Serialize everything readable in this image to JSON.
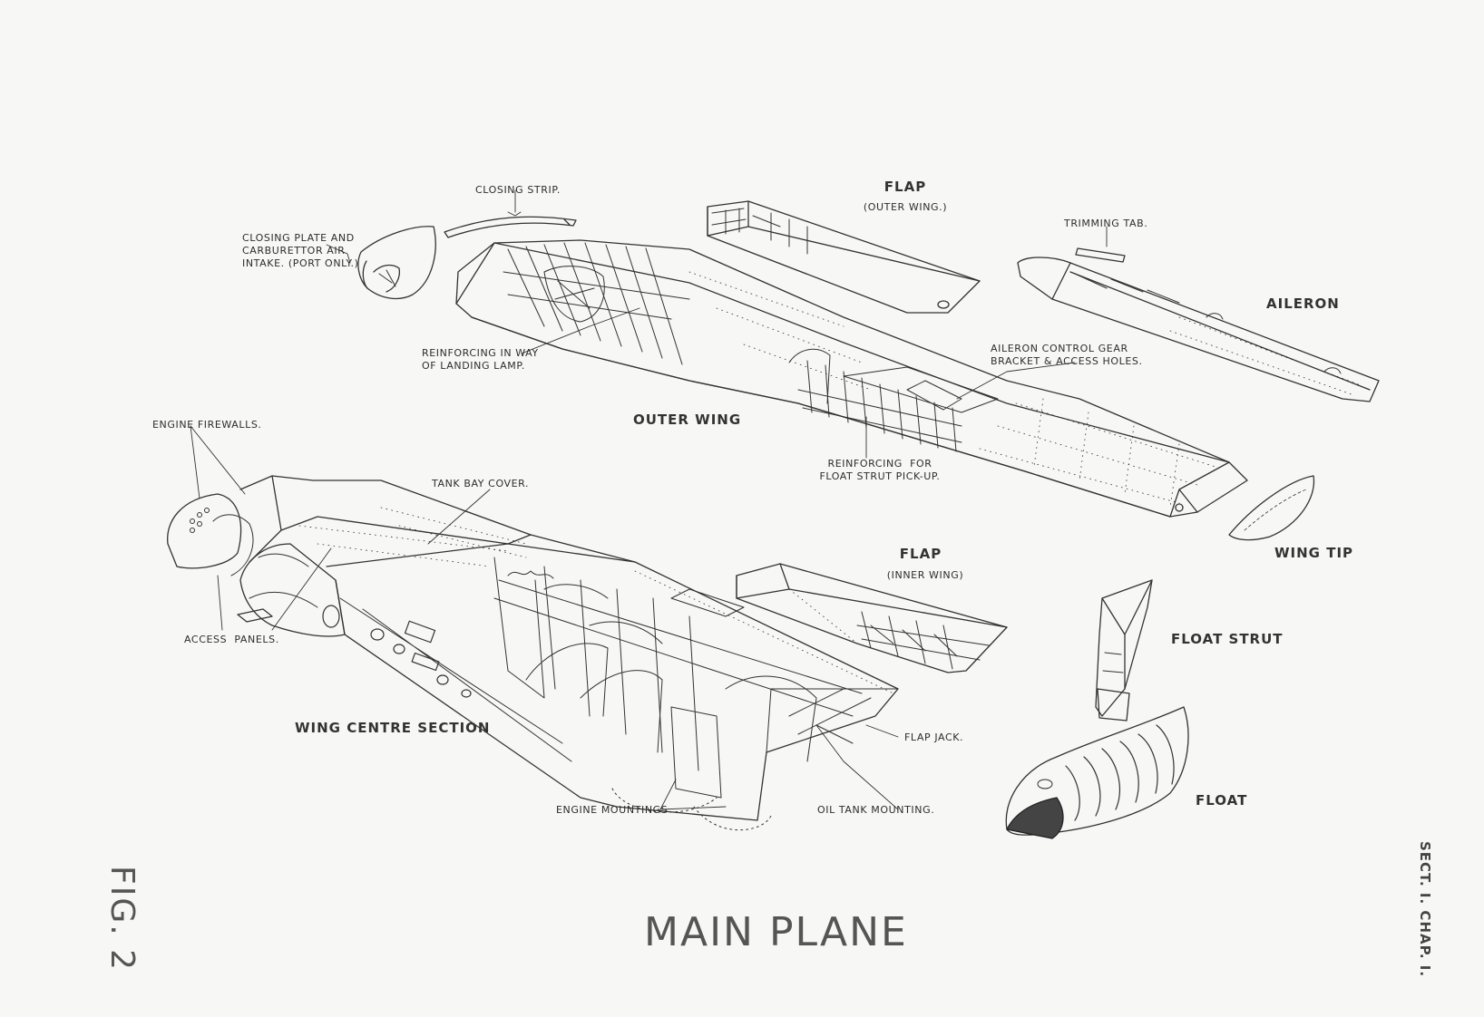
{
  "title": "MAIN PLANE",
  "figure": "FIG. 2",
  "section": "SECT. I.   CHAP. I.",
  "components": {
    "flap_outer": {
      "name": "FLAP",
      "sub": "(OUTER WING.)"
    },
    "flap_inner": {
      "name": "FLAP",
      "sub": "(INNER WING)"
    },
    "aileron": "AILERON",
    "outer_wing": "OUTER WING",
    "wing_tip": "WING TIP",
    "float_strut": "FLOAT STRUT",
    "float": "FLOAT",
    "wing_centre_section": "WING CENTRE SECTION"
  },
  "callouts": {
    "closing_strip": "CLOSING STRIP.",
    "closing_plate": "CLOSING PLATE AND\nCARBURETTOR AIR\nINTAKE. (PORT ONLY.)",
    "trimming_tab": "TRIMMING TAB.",
    "reinforcing_lamp": "REINFORCING IN WAY\nOF LANDING LAMP.",
    "aileron_control": "AILERON CONTROL GEAR\nBRACKET & ACCESS HOLES.",
    "reinforcing_float": "REINFORCING  FOR\nFLOAT STRUT PICK-UP.",
    "engine_firewalls": "ENGINE FIREWALLS.",
    "tank_bay_cover": "TANK BAY COVER.",
    "access_panels": "ACCESS  PANELS.",
    "flap_jack": "FLAP JACK.",
    "engine_mountings": "ENGINE MOUNTINGS",
    "oil_tank_mounting": "OIL TANK MOUNTING."
  }
}
